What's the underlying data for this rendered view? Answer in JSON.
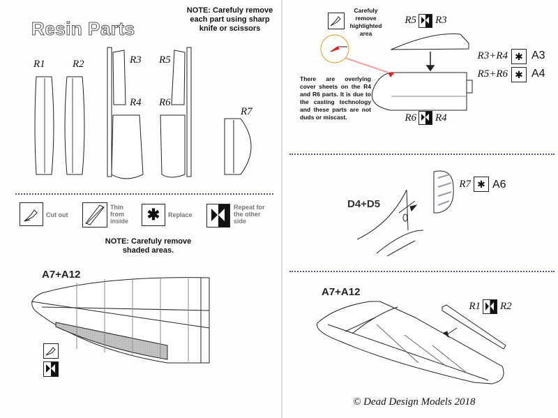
{
  "resin_section": {
    "title": "Resin Parts",
    "note": "NOTE: Carefuly remove each part using sharp knife or scissors",
    "parts": [
      "R1",
      "R2",
      "R3",
      "R4",
      "R5",
      "R6",
      "R7"
    ]
  },
  "legend": {
    "items": [
      {
        "icon": "knife-icon",
        "label": "Cut out"
      },
      {
        "icon": "hatch-icon",
        "label": "Thin from inside"
      },
      {
        "icon": "asterisk-icon",
        "label": "Replace"
      },
      {
        "icon": "repeat-other-side-icon",
        "label": "Repeat for the other side"
      }
    ],
    "note": "NOTE: Carefuly remove shaded areas."
  },
  "wing_left": {
    "label": "A7+A12"
  },
  "highlight_section": {
    "caption": "Carefuly remove highlighted area",
    "top_pair": {
      "left": "R5",
      "right": "R3"
    },
    "bottom_pair": {
      "left": "R6",
      "right": "R4"
    },
    "replace1": {
      "parts": "R3+R4",
      "target": "A3"
    },
    "replace2": {
      "parts": "R5+R6",
      "target": "A4"
    },
    "info": "There are overlying cover sheets on the R4 and R6 parts. It is due to the casting technology and these parts are not duds or miscast."
  },
  "tail_section": {
    "replace": {
      "part": "R7",
      "target": "A6"
    },
    "label": "D4+D5"
  },
  "wing_right": {
    "label": "A7+A12",
    "pair": {
      "left": "R1",
      "right": "R2"
    }
  },
  "copyright": "© Dead Design Models 2018",
  "colors": {
    "highlight": "#e02020",
    "shade": "#bdbdbd",
    "line": "#222222"
  }
}
